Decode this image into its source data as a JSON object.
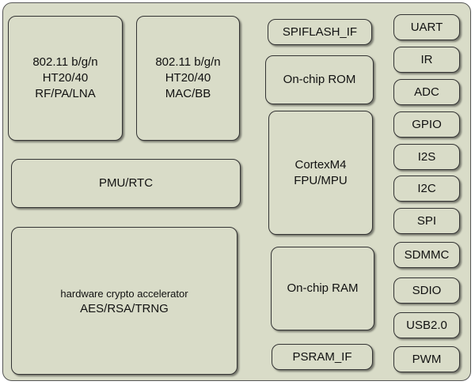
{
  "blocks": {
    "rf": [
      "802.11 b/g/n",
      "HT20/40",
      "RF/PA/LNA"
    ],
    "mac": [
      "802.11 b/g/n",
      "HT20/40",
      "MAC/BB"
    ],
    "pmu": "PMU/RTC",
    "crypto": [
      "hardware crypto accelerator",
      "AES/RSA/TRNG"
    ],
    "spiflash": "SPIFLASH_IF",
    "rom": "On-chip ROM",
    "cpu": [
      "CortexM4",
      "FPU/MPU"
    ],
    "ram": "On-chip RAM",
    "psram": "PSRAM_IF"
  },
  "peripherals": [
    "UART",
    "IR",
    "ADC",
    "GPIO",
    "I2S",
    "I2C",
    "SPI",
    "SDMMC",
    "SDIO",
    "USB2.0",
    "PWM"
  ],
  "colors": {
    "fill": "#d9dcc8",
    "border": "#333333",
    "shadow": "#777777"
  }
}
